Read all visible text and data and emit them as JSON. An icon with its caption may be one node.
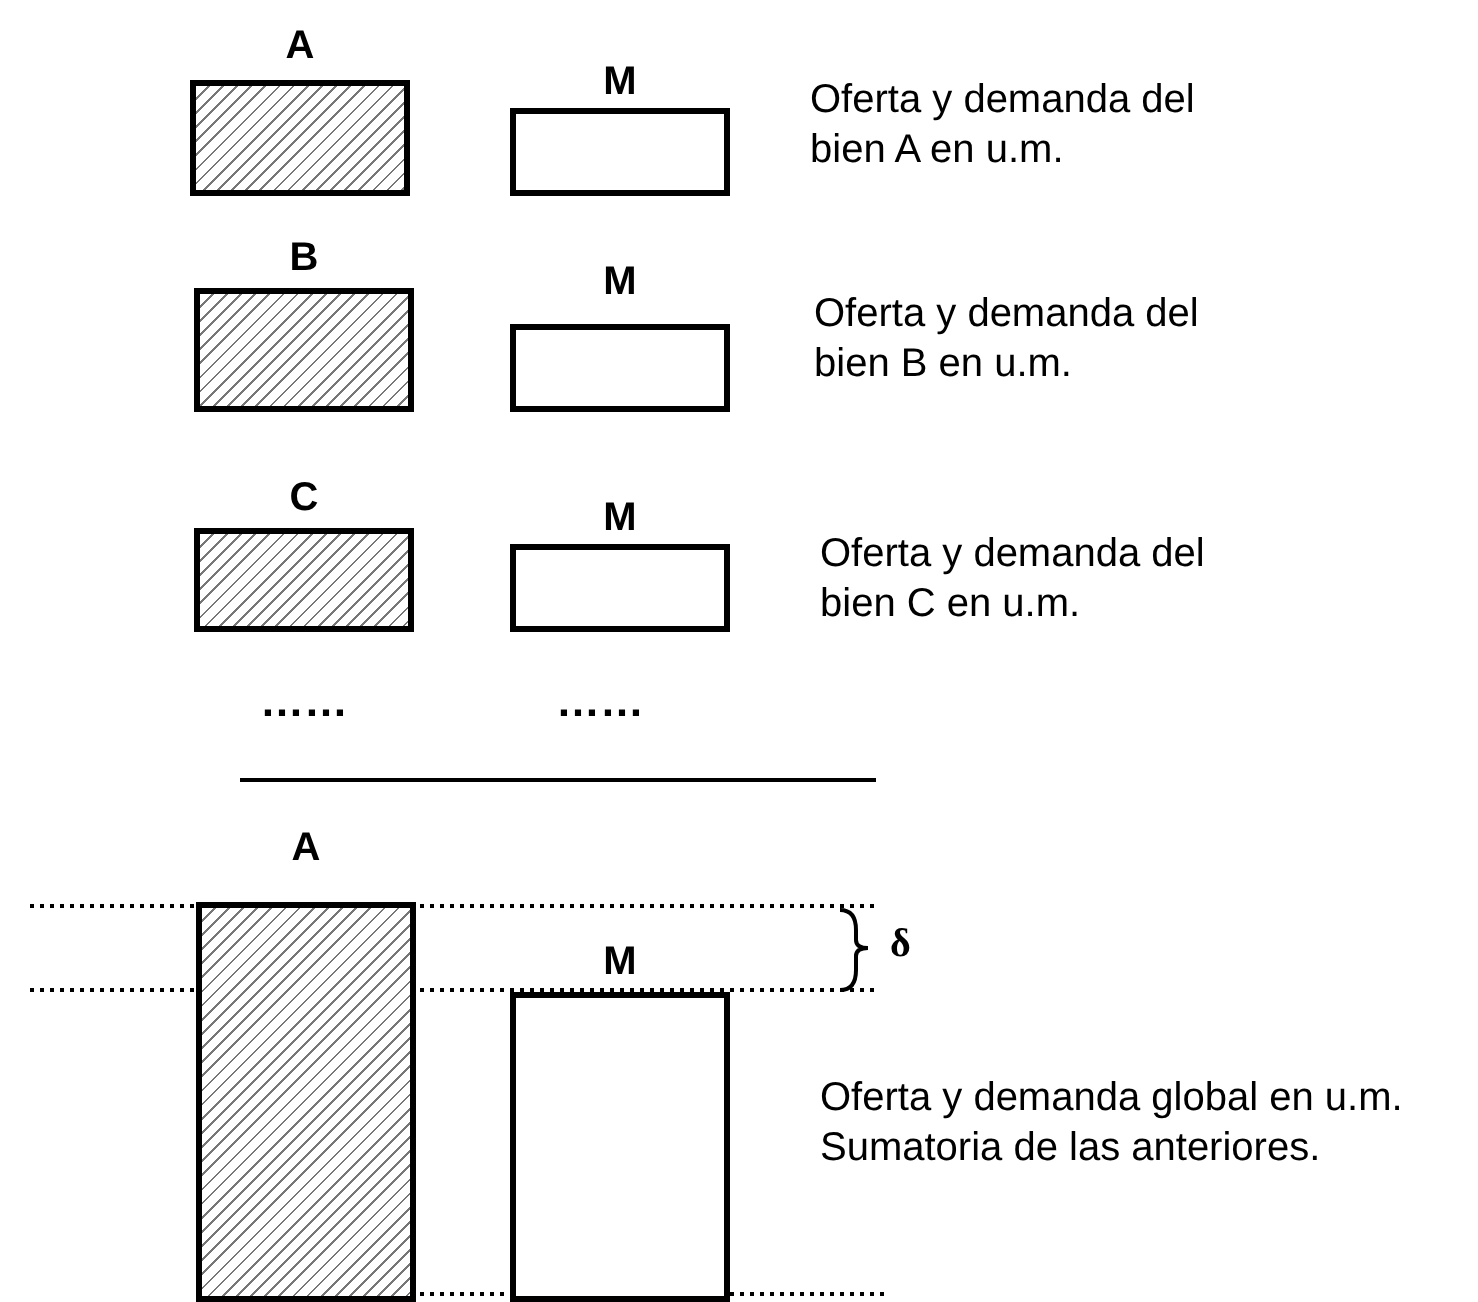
{
  "diagram": {
    "nodes": [
      {
        "text": [
          "A"
        ]
      },
      {
        "text": [
          "M"
        ]
      },
      {
        "text": [
          "B"
        ]
      },
      {
        "text": [
          "M"
        ]
      },
      {
        "text": [
          "C"
        ]
      },
      {
        "text": [
          "M"
        ]
      },
      {
        "text": [
          "A"
        ]
      },
      {
        "text": [
          "M"
        ]
      }
    ],
    "labels": [
      "Oferta y demanda del bien A en u.m.",
      "Oferta y demanda del bien B en u.m.",
      "Oferta y demanda del bien C en u.m.",
      "……",
      "……",
      "δ",
      "Oferta y demanda global en u.m. Sumatoria de las anteriores."
    ]
  }
}
